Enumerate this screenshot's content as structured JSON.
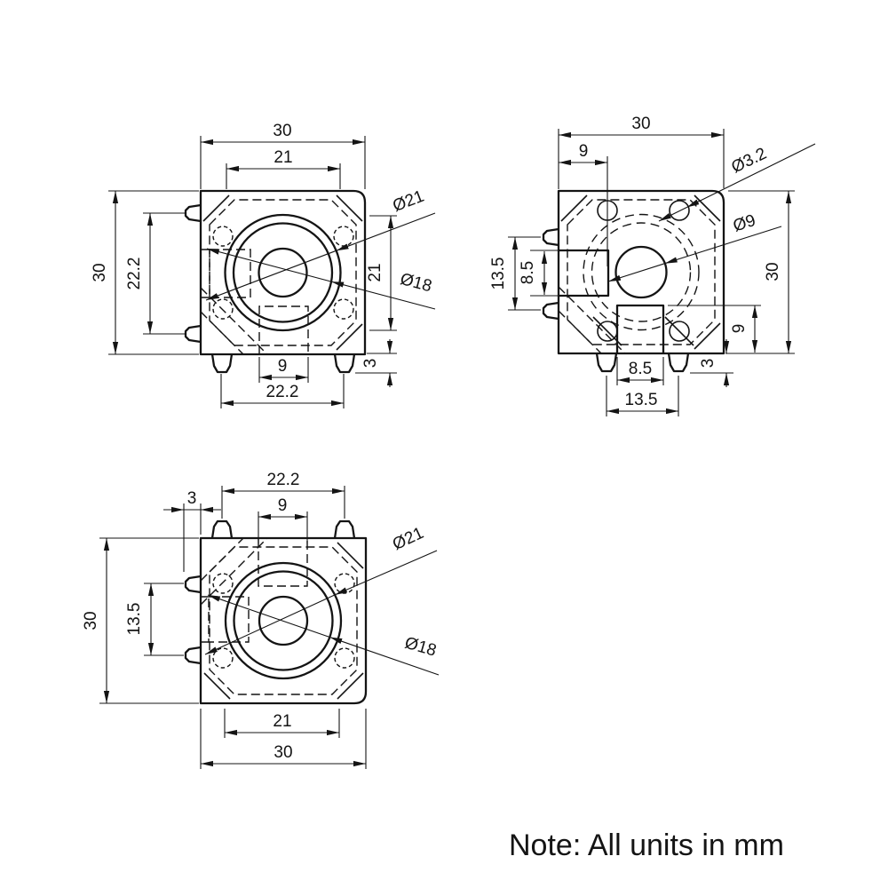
{
  "note": "Note: All units in mm",
  "line_color": "#141414",
  "views": {
    "front": {
      "dims": {
        "overall_width": "30",
        "bore_width": "21",
        "overall_height": "30",
        "lug_span_left": "22.2",
        "bore_height": "21",
        "lug_height": "3",
        "slot_width": "9",
        "lug_span_bottom": "22.2",
        "outer_dia": "Ø21",
        "inner_dia": "Ø18"
      }
    },
    "side": {
      "dims": {
        "overall_width": "30",
        "hole_offset": "9",
        "hole_dia": "Ø3.2",
        "bore_dia": "Ø9",
        "lug_span_left": "13.5",
        "slot_height": "8.5",
        "overall_height": "30",
        "slot_offset": "9",
        "lug_height": "3",
        "slot_width": "8.5",
        "lug_span_bottom": "13.5"
      }
    },
    "bottom": {
      "dims": {
        "lug_span_top": "22.2",
        "slot_width": "9",
        "lug_offset": "3",
        "overall_height": "30",
        "lug_span_left": "13.5",
        "bore_width": "21",
        "overall_width": "30",
        "outer_dia": "Ø21",
        "inner_dia": "Ø18"
      }
    }
  }
}
